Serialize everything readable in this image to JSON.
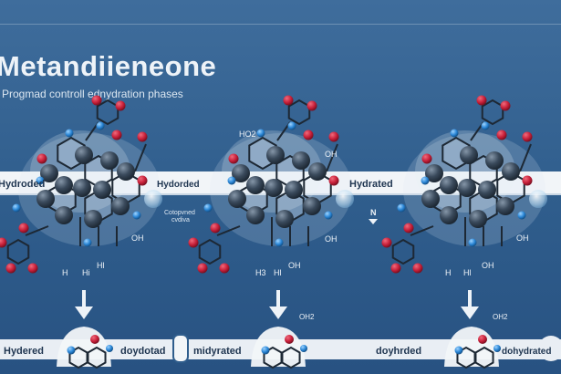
{
  "title": "Metandiieneone",
  "subtitle": "Progmad controll ednydration phases",
  "colors": {
    "background": "#2f5d8c",
    "band": "#f2f5f8",
    "atom_dark": "#3a4a5c",
    "atom_red": "#c8203a",
    "atom_blue": "#2a86d6"
  },
  "band_labels": {
    "top_left": "Hydroded",
    "top_mid": "Hydorded",
    "top_right": "Hydrated"
  },
  "bottom_labels": {
    "b1": "Hydered",
    "b2": "doydotad",
    "b3": "midyrated",
    "b4": "doyhrded",
    "b5": "dohydrated"
  },
  "annotations": {
    "center_note_1": "Cotopvned",
    "center_note_2": "cvdiva",
    "n_mark": "N",
    "mol1": {
      "tl": "",
      "oh": "OH",
      "h1": "H",
      "h2": "Hi",
      "h3": "Hl"
    },
    "mol2": {
      "tl": "HO2",
      "oh": "OH",
      "h1": "H3",
      "h2": "Hl",
      "h3": "OH"
    },
    "mol3": {
      "tl": "",
      "oh": "OH",
      "h1": "H",
      "h2": "Hl",
      "h3": "OH"
    },
    "bottom_oh_1": "OH2",
    "bottom_oh_2": "OH2"
  }
}
